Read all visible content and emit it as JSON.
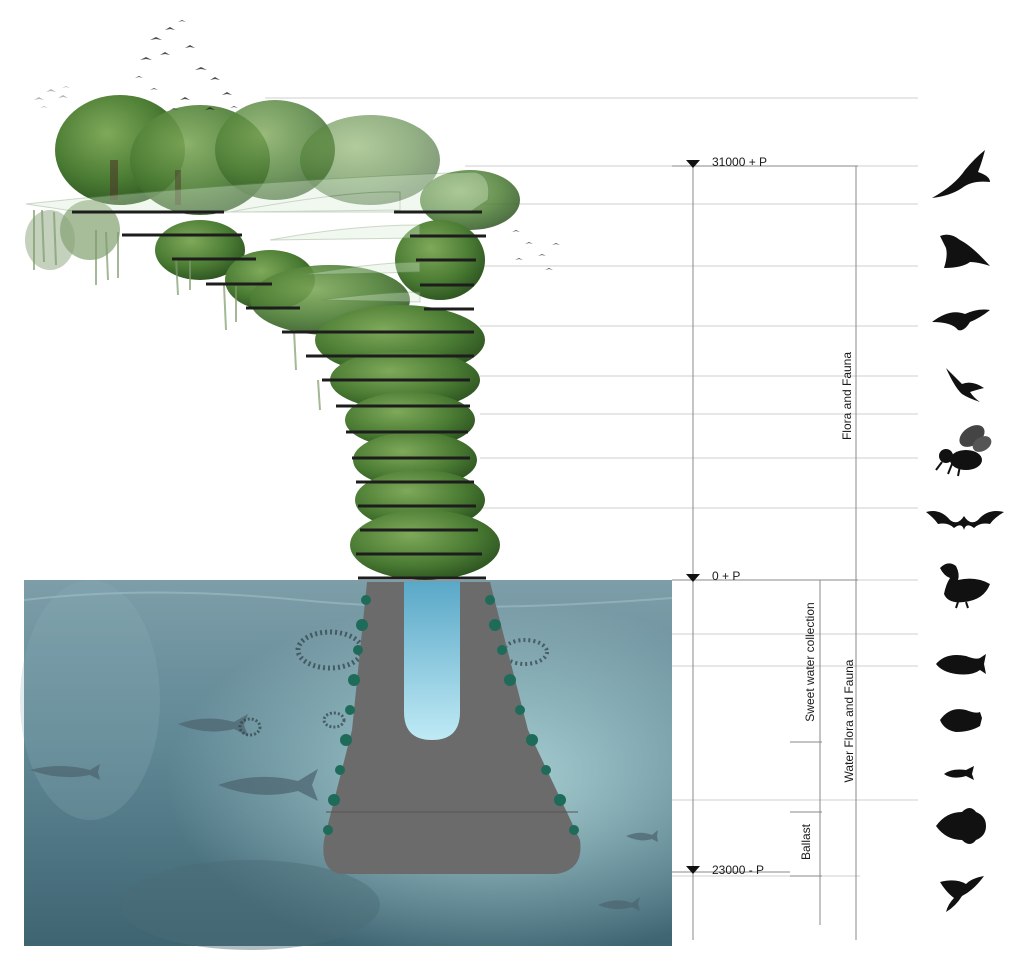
{
  "levels": {
    "top": "31000 + P",
    "sea": "0 + P",
    "bottom": "23000 - P"
  },
  "zones": {
    "flora_fauna": "Flora and Fauna",
    "sweet_water": "Sweet water collection",
    "water_flora_fauna": "Water Flora and Fauna",
    "ballast": "Ballast"
  },
  "species_icons": [
    "eagle-icon",
    "pelican-icon",
    "hawk-icon",
    "swallow-icon",
    "bee-icon",
    "bat-icon",
    "duck-icon",
    "reef-fish-icon",
    "puffer-fish-icon",
    "small-fish-icon",
    "angelfish-icon",
    "jumping-fish-icon"
  ],
  "colors": {
    "water_top": "#6f93a0",
    "water_bottom": "#3f6a78",
    "structure": "#6d6d6d",
    "foliage": "#3d6b2c",
    "line": "#9a9a9a"
  }
}
